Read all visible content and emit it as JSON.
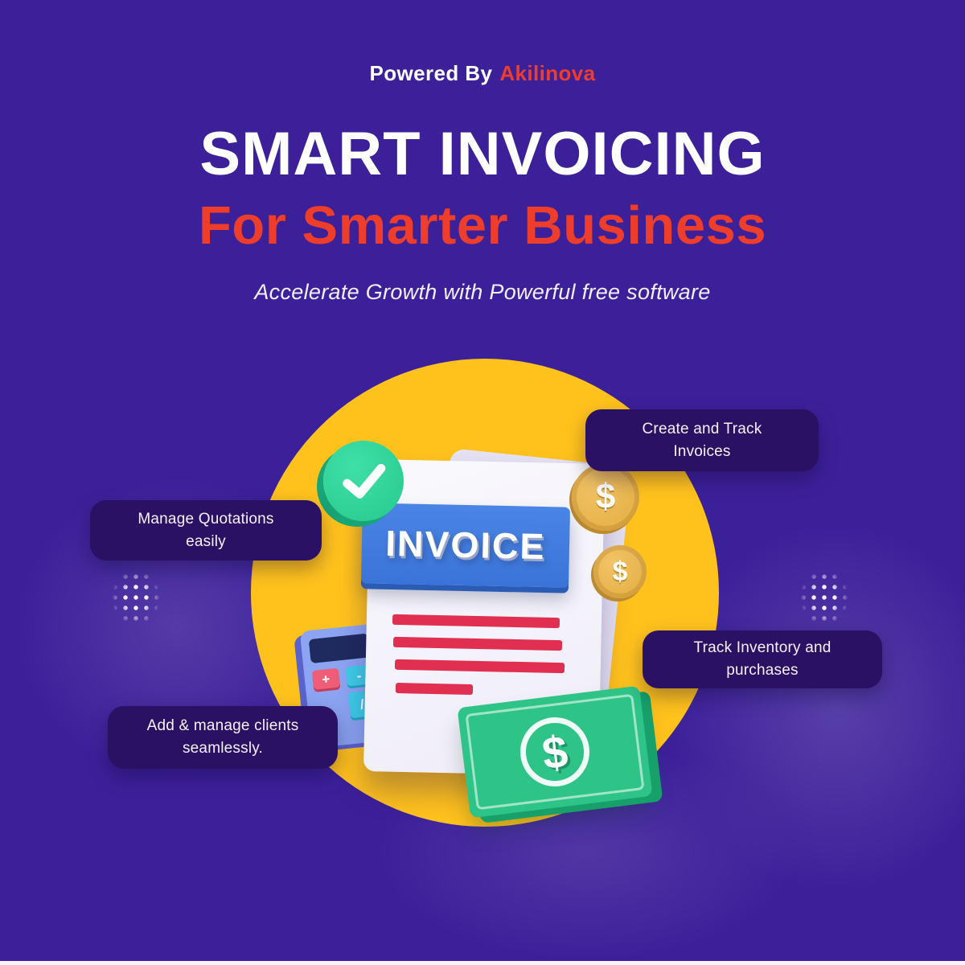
{
  "header": {
    "powered_by": "Powered By",
    "brand": "Akilinova",
    "title": "SMART INVOICING",
    "subtitle": "For Smarter Business",
    "tagline": "Accelerate Growth with Powerful free software"
  },
  "features": [
    {
      "id": "create-track-invoices",
      "label": "Create and Track\nInvoices"
    },
    {
      "id": "manage-quotations",
      "label": "Manage Quotations\neasily"
    },
    {
      "id": "track-inventory",
      "label": "Track Inventory and\npurchases"
    },
    {
      "id": "add-manage-clients",
      "label": "Add  & manage clients\nseamlessly."
    }
  ],
  "illustration": {
    "invoice_label": "INVOICE",
    "coin_symbol": "$",
    "bill_symbol": "$",
    "calc_plus": "+",
    "calc_minus": "-",
    "calc_divide": "/"
  },
  "colors": {
    "background": "#3c209a",
    "accent_red": "#ee3d2b",
    "circle_yellow": "#ffc21d",
    "pill_purple": "#2b1164",
    "check_green": "#27c98d",
    "banner_blue": "#3a74d8",
    "line_red": "#e02f50",
    "coin_gold": "#e2ab3e",
    "bill_green": "#2ec487",
    "calculator_blue": "#8ca4f2"
  }
}
